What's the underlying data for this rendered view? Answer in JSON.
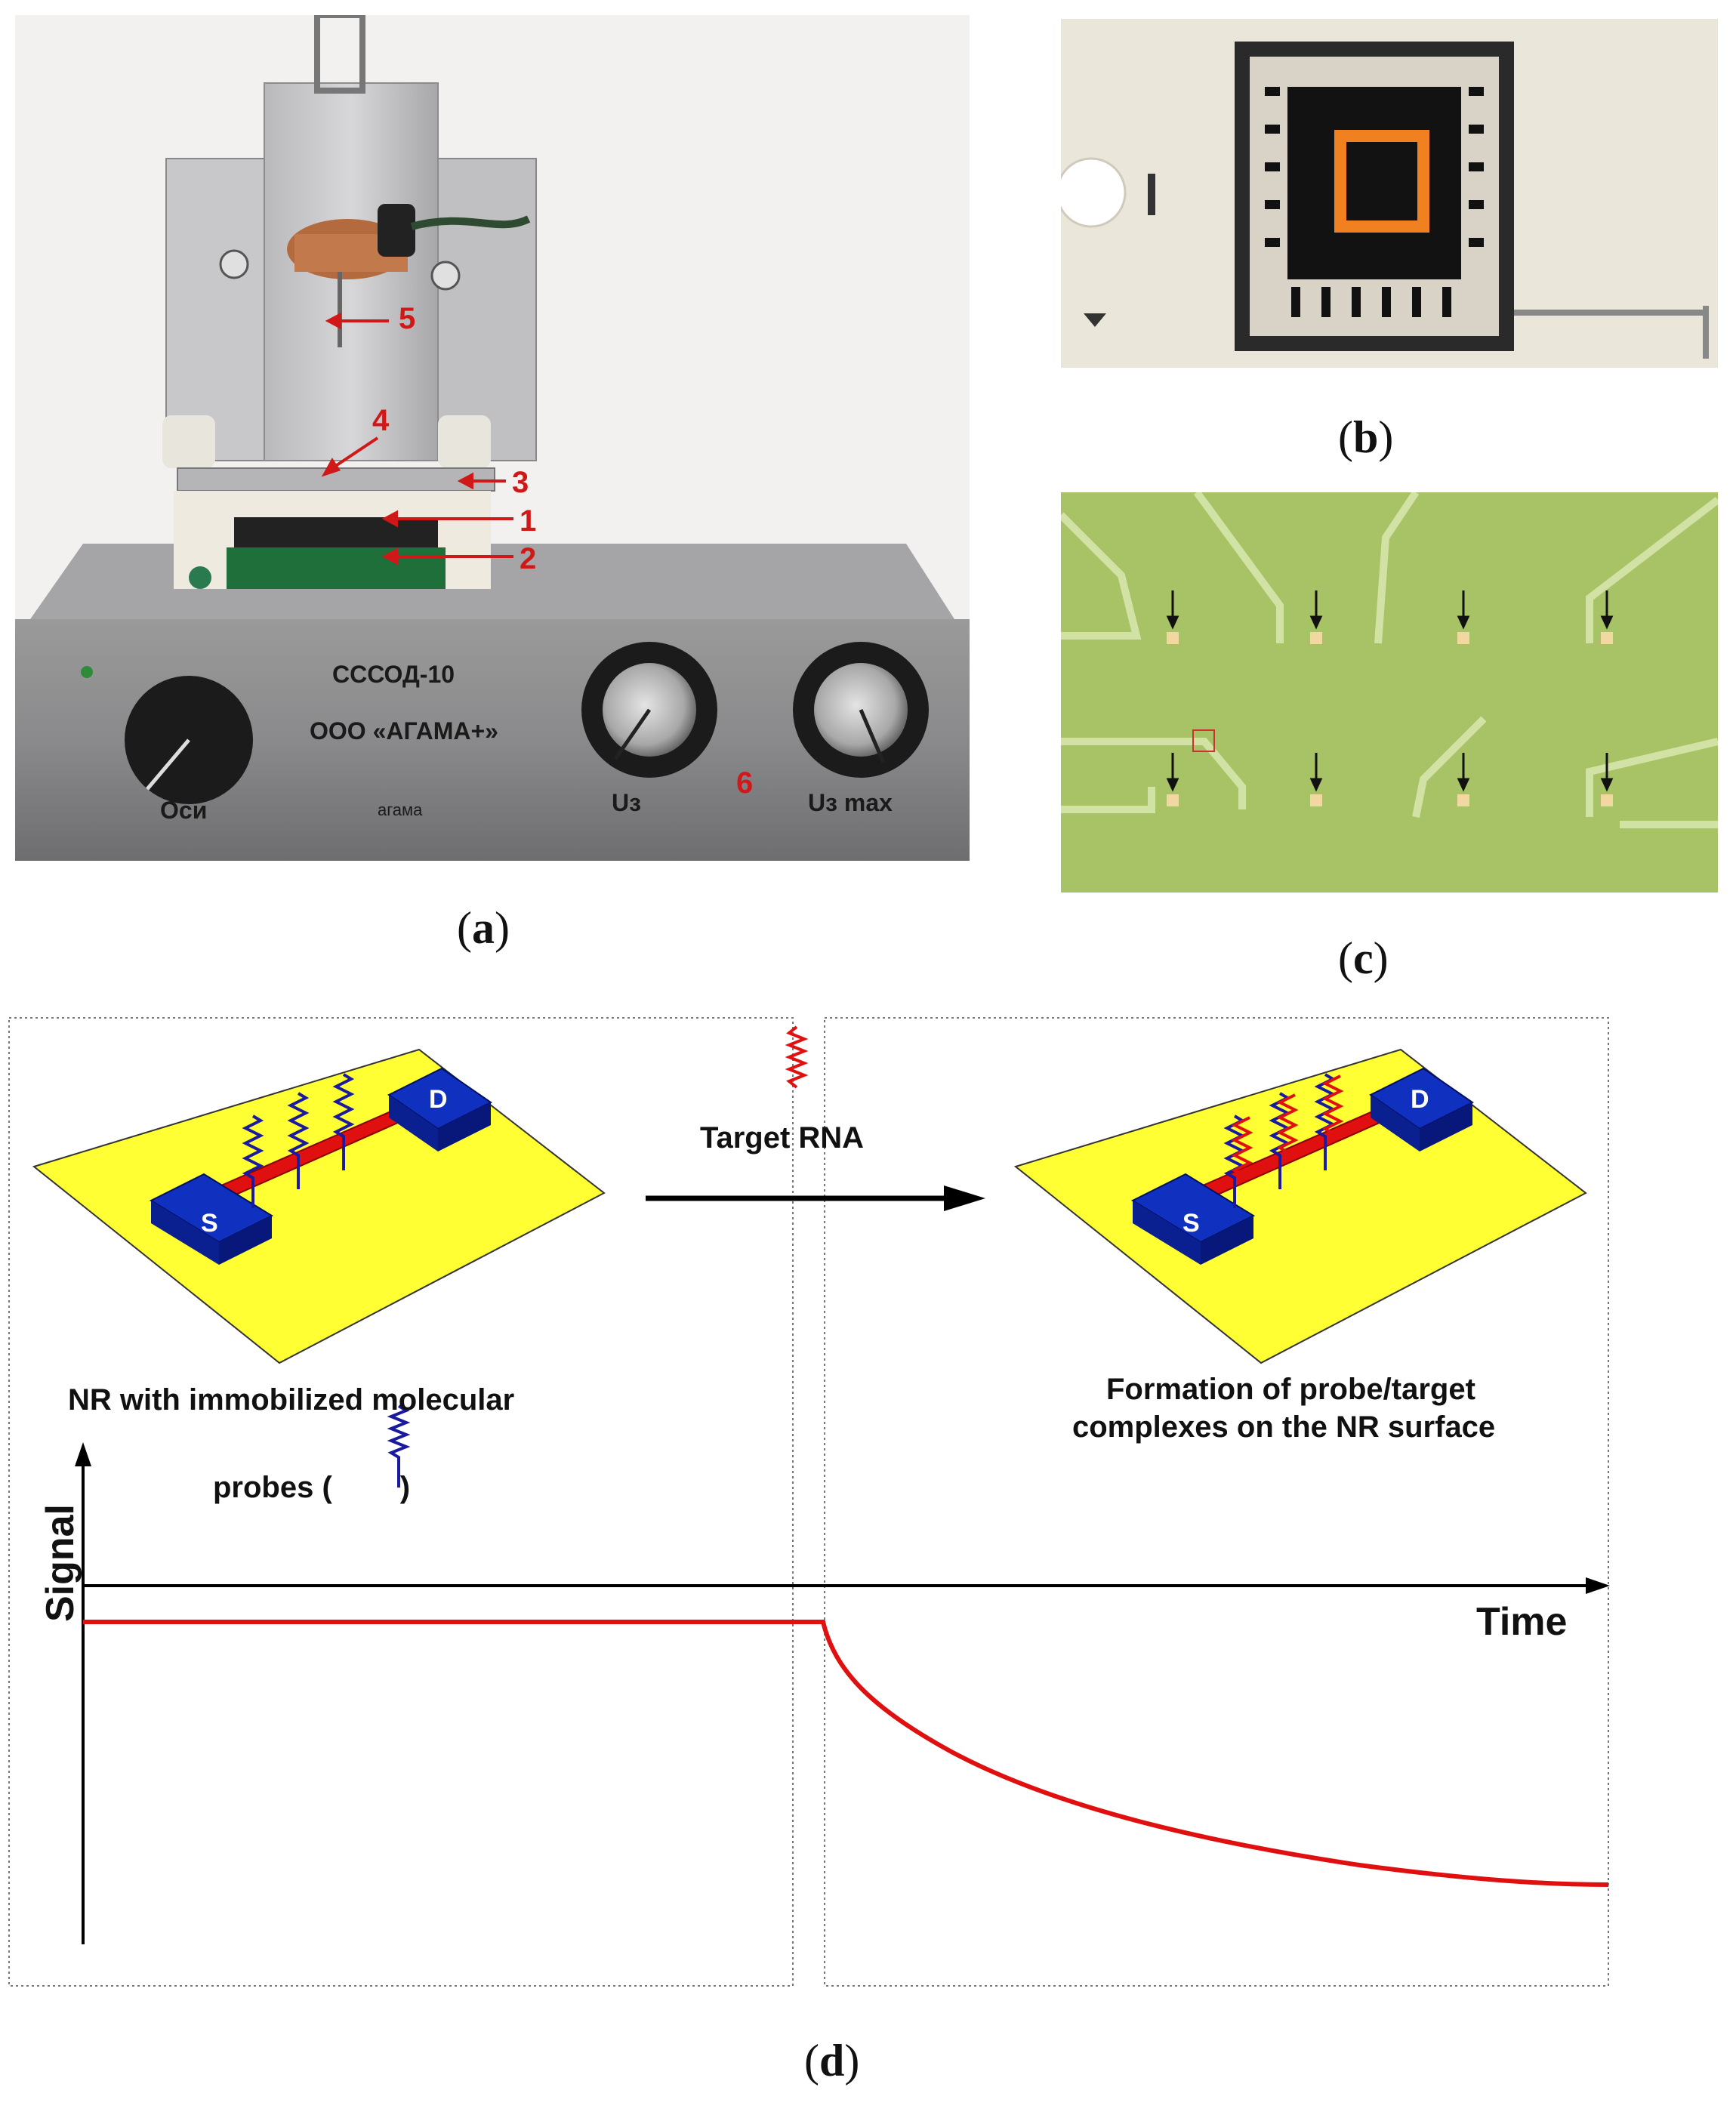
{
  "panels": {
    "a": {
      "caption": "a",
      "device_name": "СССОД-10",
      "company": "ООО «АГАМА+»",
      "knob_left": "Оси",
      "knob_mid": "Uз",
      "knob_right": "Uз max",
      "logo_text": "агама",
      "callouts": [
        "1",
        "2",
        "3",
        "4",
        "5",
        "6"
      ]
    },
    "b": {
      "caption": "b"
    },
    "c": {
      "caption": "c"
    },
    "d": {
      "caption": "d",
      "target_label": "Target RNA",
      "left_caption_1": "NR with immobilized molecular",
      "left_caption_2": "probes (",
      "left_caption_3": ")",
      "right_caption_1": "Formation of probe/target",
      "right_caption_2": "complexes on the NR surface",
      "source_label": "S",
      "drain_label": "D",
      "y_axis_label": "Signal",
      "x_axis_label": "Time"
    }
  },
  "colors": {
    "substrate": "#ffff33",
    "electrode": "#1030c0",
    "nanoribbon": "#e01010",
    "probe": "#1a1aa0",
    "target": "#e01010",
    "signal_curve": "#e01010",
    "callout": "#d01818"
  }
}
